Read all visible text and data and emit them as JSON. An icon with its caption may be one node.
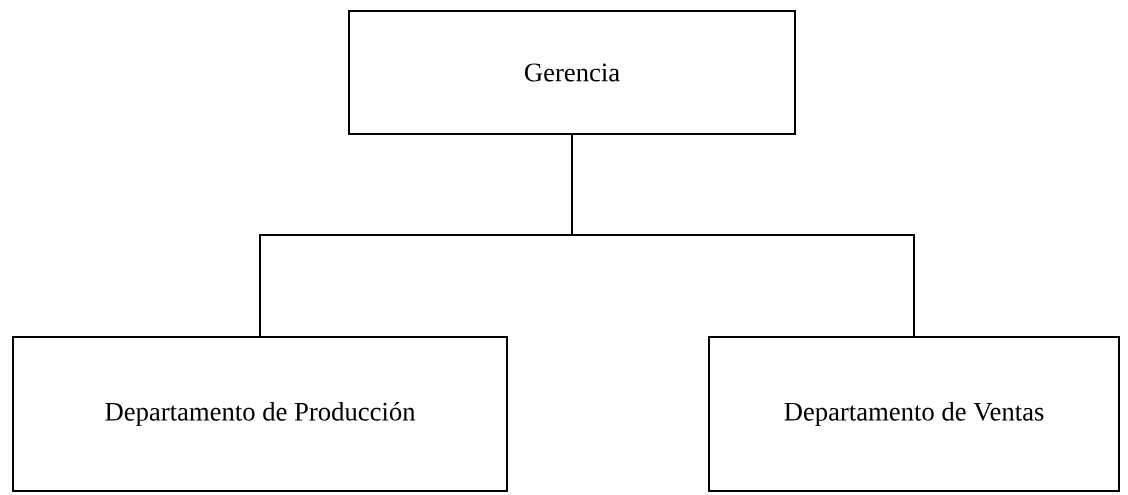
{
  "diagram": {
    "nodes": [
      {
        "text": [
          "Gerencia"
        ]
      },
      {
        "text": [
          "Departamento de Producción"
        ]
      },
      {
        "text": [
          "Departamento de Ventas"
        ]
      }
    ],
    "edges": [
      {
        "from": 0,
        "to": 1,
        "arrow": "none"
      },
      {
        "from": 0,
        "to": 2,
        "arrow": "none"
      }
    ]
  }
}
